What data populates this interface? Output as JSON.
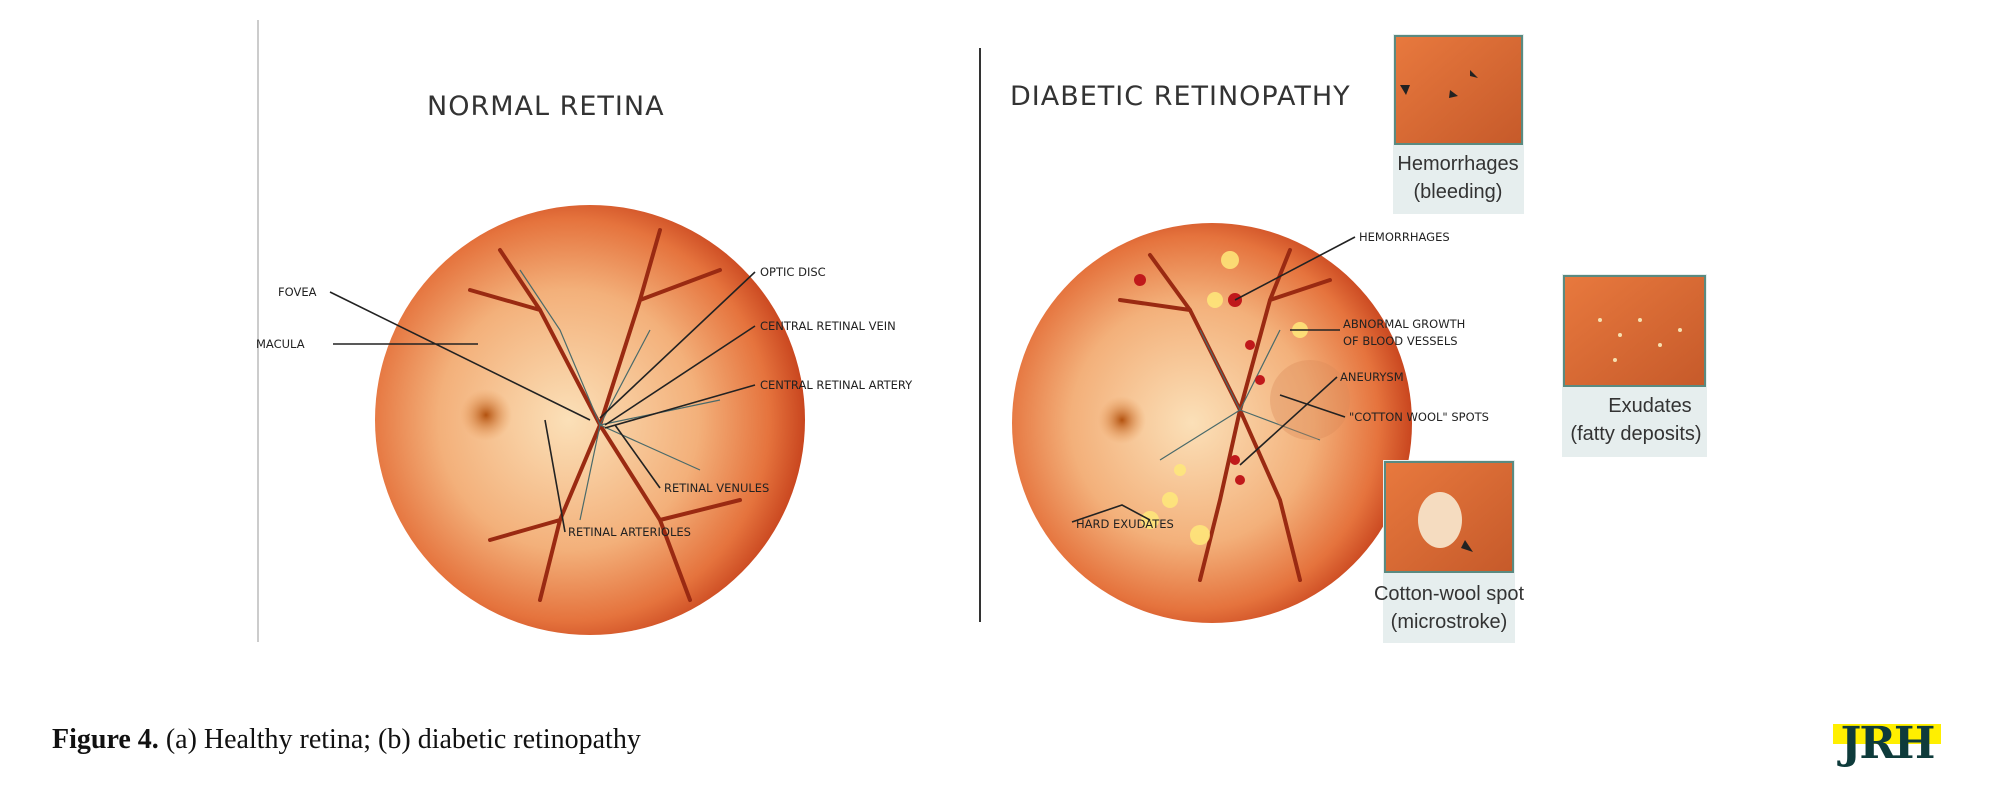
{
  "figure": {
    "normal": {
      "title": "NORMAL RETINA",
      "labels": {
        "fovea": "FOVEA",
        "macula": "MACULA",
        "optic_disc": "OPTIC DISC",
        "vein": "CENTRAL RETINAL VEIN",
        "artery": "CENTRAL RETINAL ARTERY",
        "venules": "RETINAL VENULES",
        "arterioles": "RETINAL ARTERIOLES"
      }
    },
    "diabetic": {
      "title": "DIABETIC RETINOPATHY",
      "labels": {
        "hemorrhages": "HEMORRHAGES",
        "growth1": "ABNORMAL GROWTH",
        "growth2": "OF BLOOD VESSELS",
        "aneurysm": "ANEURYSM",
        "cotton": "\"COTTON WOOL\" SPOTS",
        "hard": "HARD EXUDATES"
      },
      "insets": {
        "hem1": "Hemorrhages",
        "hem2": "(bleeding)",
        "exu1": "Exudates",
        "exu2": "(fatty deposits)",
        "cot1": "Cotton-wool spot",
        "cot2": "(microstroke)"
      }
    }
  },
  "caption": {
    "label": "Figure 4.",
    "text": " (a) Healthy retina; (b) diabetic retinopathy"
  },
  "logo": "JRH",
  "colors": {
    "retina_outer": "#d9542a",
    "retina_inner": "#f6c58e",
    "vessel": "#9a2a12",
    "logo_bg": "#ffef00",
    "logo_fg": "#0e3b3b"
  }
}
